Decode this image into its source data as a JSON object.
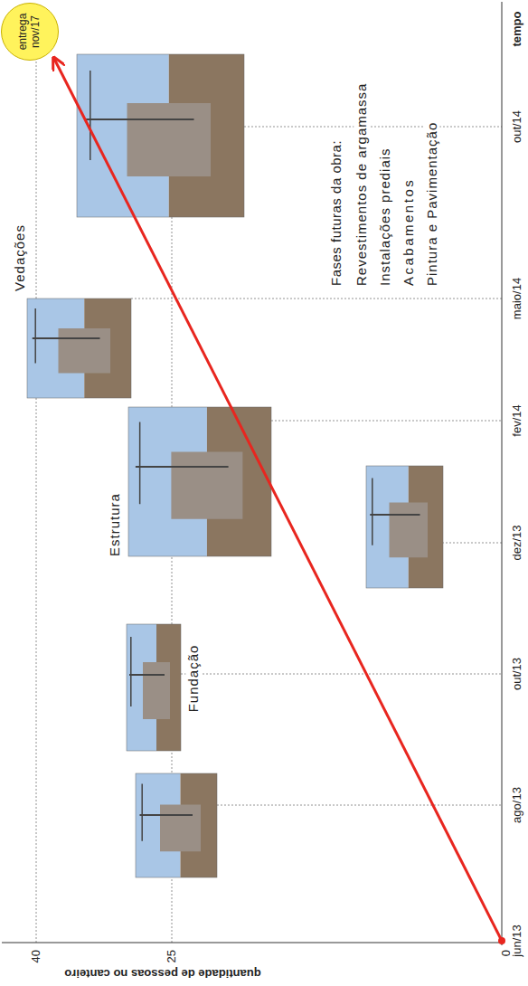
{
  "diagram": {
    "nodes": [
      {
        "text": [
          "entrega nov/17"
        ]
      }
    ],
    "labels": [
      "40",
      "25",
      "0",
      "quantidade de pessoas no canteiro",
      "jun/13",
      "ago/13",
      "out/13",
      "dez/13",
      "fev/14",
      "maio/14",
      "out/14",
      "tempo",
      "Fundação",
      "Estrutura",
      "Vedações",
      "Fases futuras da obra:",
      "Revestimentos de argamassa",
      "Instalações prediais",
      "Acabamentos",
      "Pintura e Pavimentação"
    ]
  }
}
